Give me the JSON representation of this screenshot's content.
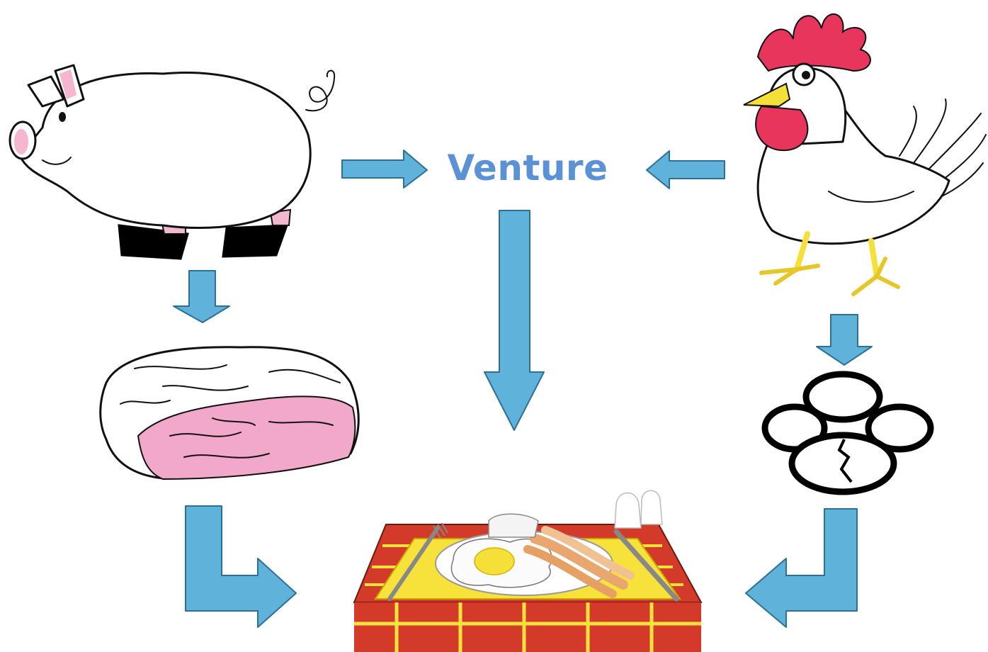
{
  "center_label": "Venture",
  "illustrations": {
    "pig": "pig-illustration",
    "rooster": "rooster-illustration",
    "ham": "ham-illustration",
    "eggs": "eggs-illustration",
    "breakfast": "breakfast-table-illustration"
  },
  "colors": {
    "arrow_fill": "#5fb3da",
    "arrow_stroke": "#2d6f95",
    "label": "#5b92d6",
    "comb": "#e8355c",
    "beak": "#f5e03a",
    "meat": "#f2a9c9",
    "brick": "#d43a2a",
    "placemat": "#f6e23a"
  }
}
